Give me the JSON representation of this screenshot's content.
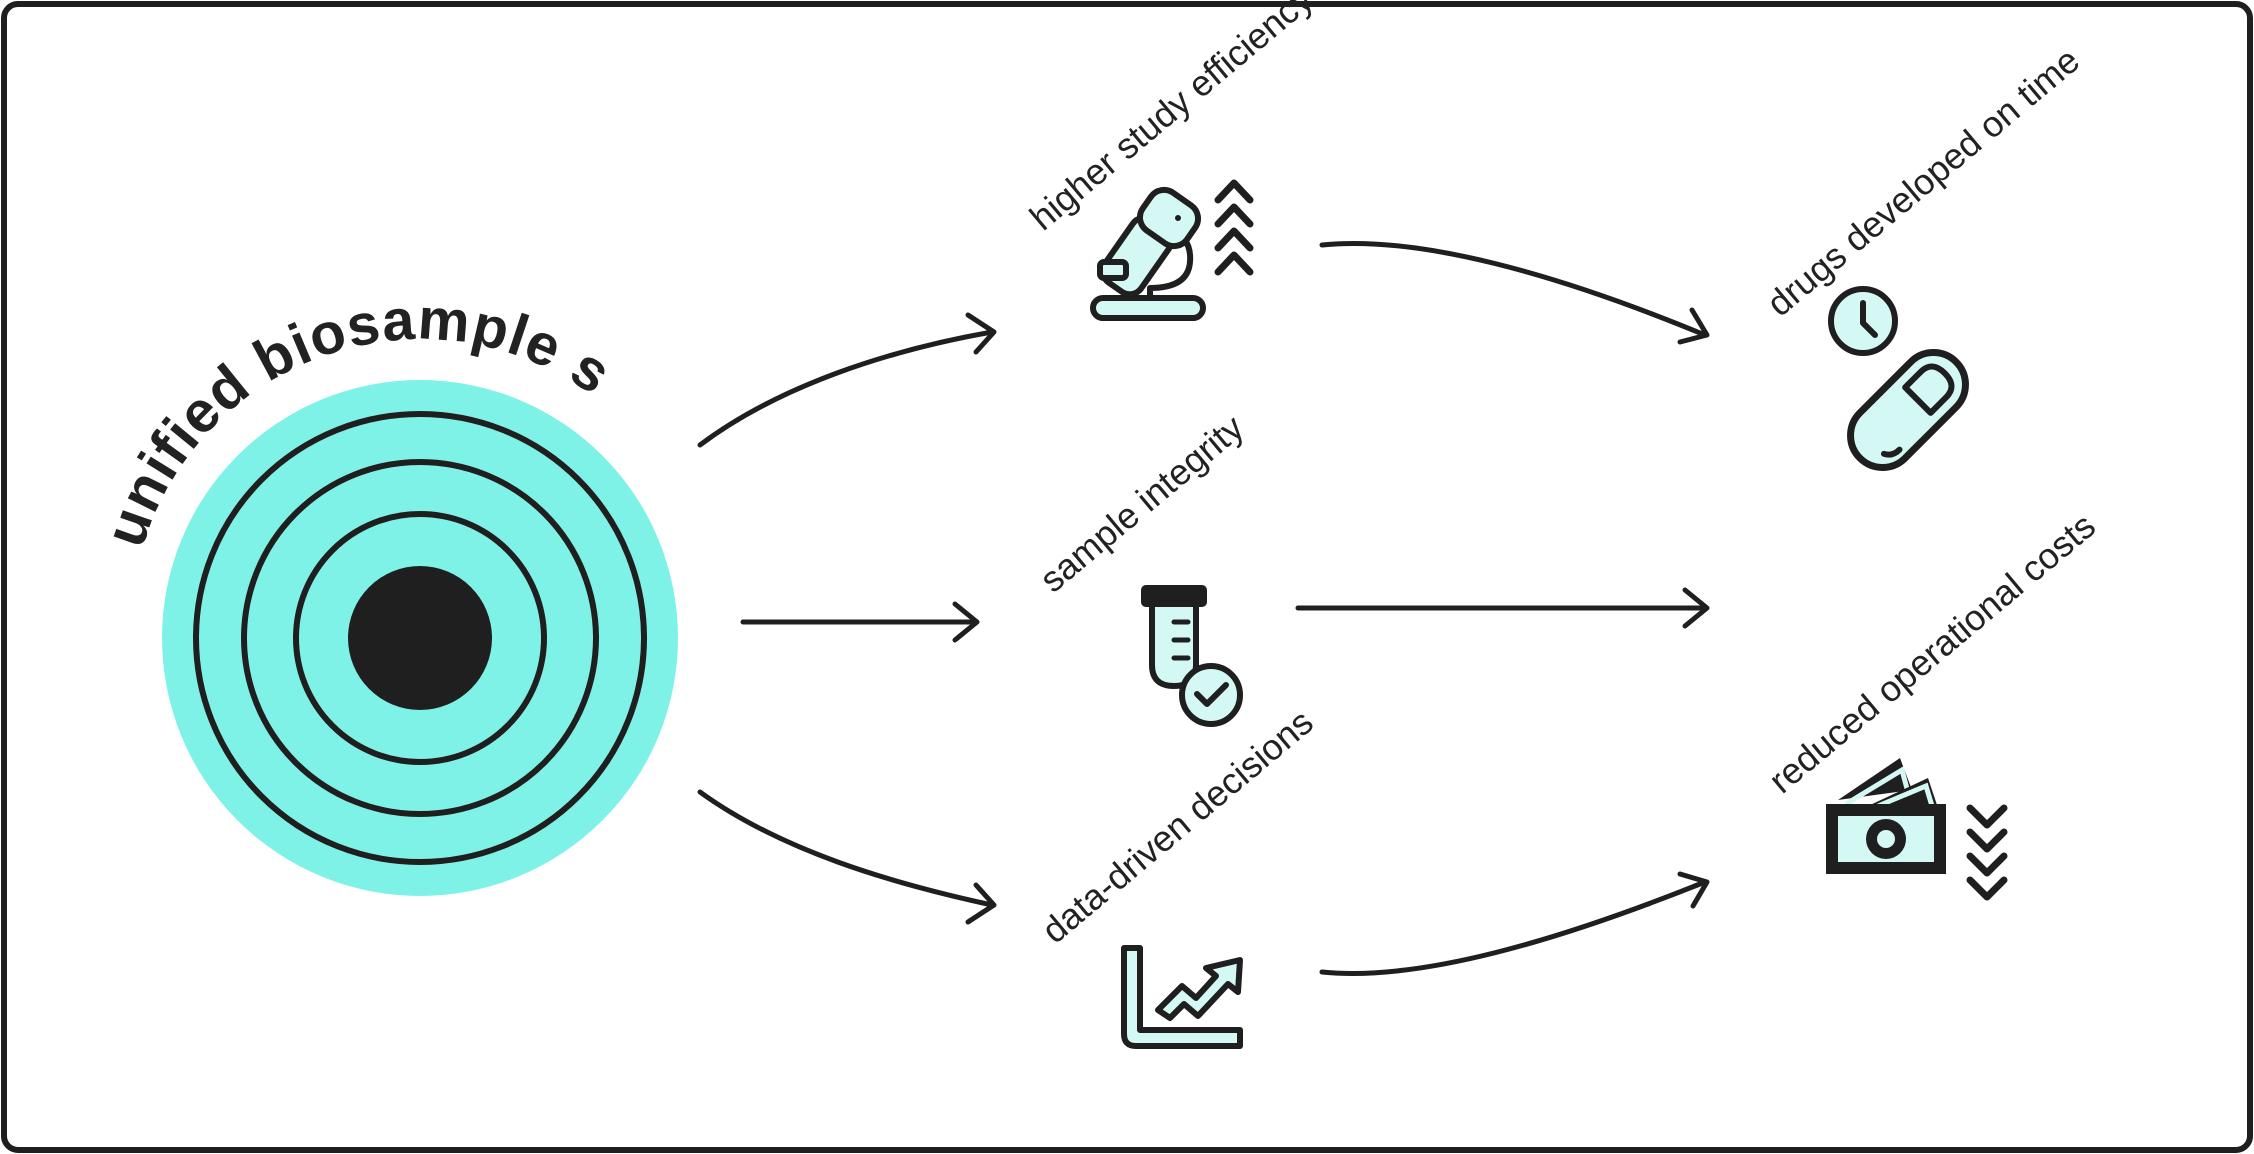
{
  "colors": {
    "ink": "#1f1f1f",
    "accent": "#7ff2e8",
    "icon_fill": "#d4f8f4",
    "background": "#ffffff"
  },
  "core": {
    "title": "unified biosample system",
    "icon": "concentric-target-icon"
  },
  "middle": [
    {
      "label": "higher study efficiency",
      "icon": "microscope-icon",
      "indicator": "chevrons-up-icon"
    },
    {
      "label": "sample integrity",
      "icon": "test-tube-check-icon"
    },
    {
      "label": "data-driven decisions",
      "icon": "trend-chart-icon"
    }
  ],
  "outcomes": [
    {
      "label": "drugs developed on time",
      "icon": "clock-pill-icon"
    },
    {
      "label": "reduced operational costs",
      "icon": "money-stack-icon",
      "indicator": "chevrons-down-icon"
    }
  ]
}
